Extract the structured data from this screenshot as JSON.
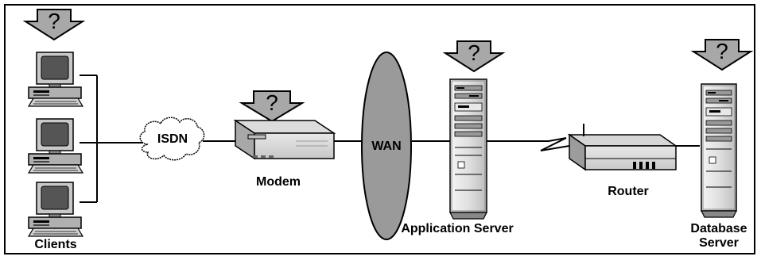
{
  "diagram": {
    "question_mark": "?",
    "nodes": {
      "clients": {
        "label": "Clients"
      },
      "isdn": {
        "label": "ISDN"
      },
      "modem": {
        "label": "Modem"
      },
      "wan": {
        "label": "WAN"
      },
      "app_server": {
        "label": "Application Server"
      },
      "router": {
        "label": "Router"
      },
      "db_server": {
        "label_line1": "Database",
        "label_line2": "Server"
      }
    }
  }
}
